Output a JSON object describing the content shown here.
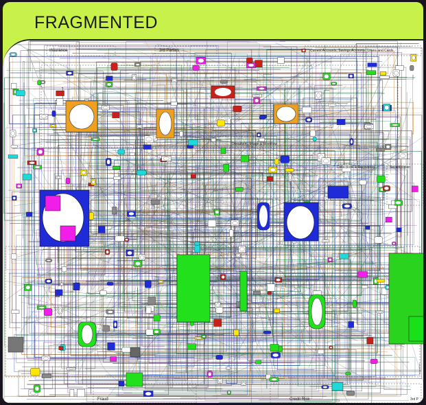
{
  "title": "FRAGMENTED",
  "regions": {
    "insurance": "Insurance",
    "third_parties_top": "3rd Parties",
    "current_accounts": "Current Accounts, Savings Accounts, Loans and Cards",
    "document": "Document, Image & Workflow",
    "collections": "Collections & Recoveries",
    "securitisation": "Securitisation",
    "fraud": "Fraud",
    "credit_risk": "Credit Risk",
    "third_parties_bottom": "3rd P"
  },
  "colors": {
    "frame": "#c8f24a",
    "background": "#1a1320",
    "node_blue": "#1f2bd6",
    "node_green": "#22e01c",
    "node_magenta": "#f01ee8",
    "node_orange": "#f0a020",
    "node_red": "#c8201a"
  }
}
